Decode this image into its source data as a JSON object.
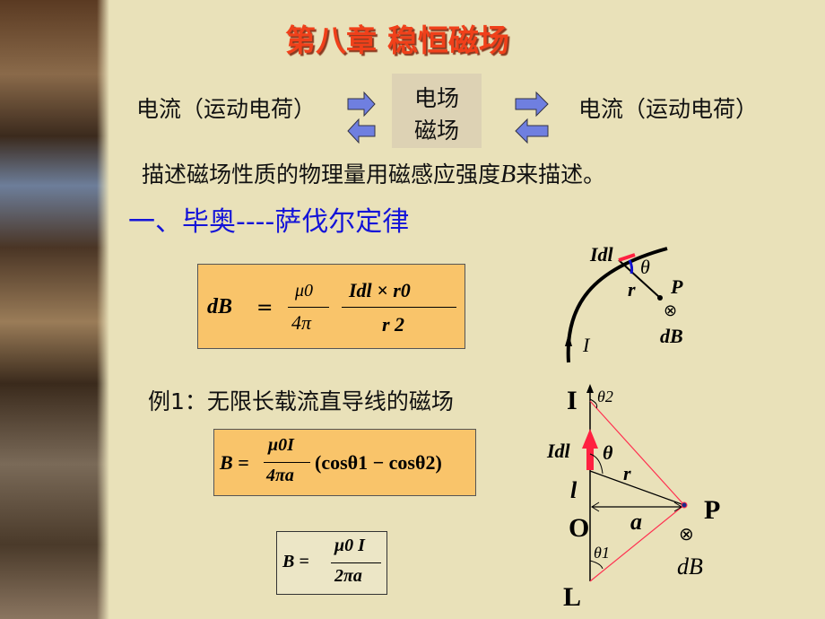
{
  "title": "第八章  稳恒磁场",
  "relation": {
    "left": "电流（运动电荷）",
    "middle_top": "电场",
    "middle_bottom": "磁场",
    "right": "电流（运动电荷）"
  },
  "description": {
    "before": "描述磁场性质的物理量用磁感应强度",
    "symbol": "B",
    "after": "来描述。"
  },
  "section_heading": "一、毕奥----萨伐尔定律",
  "formula1": {
    "lhs": "dB",
    "eq": "=",
    "coef_num": "μ0",
    "coef_den": "4π",
    "num": "Idl × r0",
    "den": "r 2"
  },
  "example_label": "例1：无限长载流直导线的磁场",
  "formula2": {
    "lhs": "B =",
    "num": "μ0I",
    "den": "4πa",
    "rest": "(cosθ1 − cosθ2)"
  },
  "formula3": {
    "lhs": "B =",
    "num": "μ0 I",
    "den": "2πa"
  },
  "diagram_top": {
    "idl": "Idl",
    "theta": "θ",
    "r": "r",
    "P": "P",
    "cross": "⊗",
    "dB": "dB",
    "I": "I"
  },
  "diagram_bottom": {
    "I": "I",
    "theta2": "θ2",
    "idl": "Idl",
    "theta": "θ",
    "r": "r",
    "l": "l",
    "O": "O",
    "a": "a",
    "P": "P",
    "cross": "⊗",
    "dB": "dB",
    "theta1": "θ1",
    "L": "L"
  },
  "colors": {
    "title": "#f0401a",
    "heading": "#1414d8",
    "formula_box": "#f9c46a",
    "arrow": "#6f7fe0",
    "element": "#ff2040"
  }
}
